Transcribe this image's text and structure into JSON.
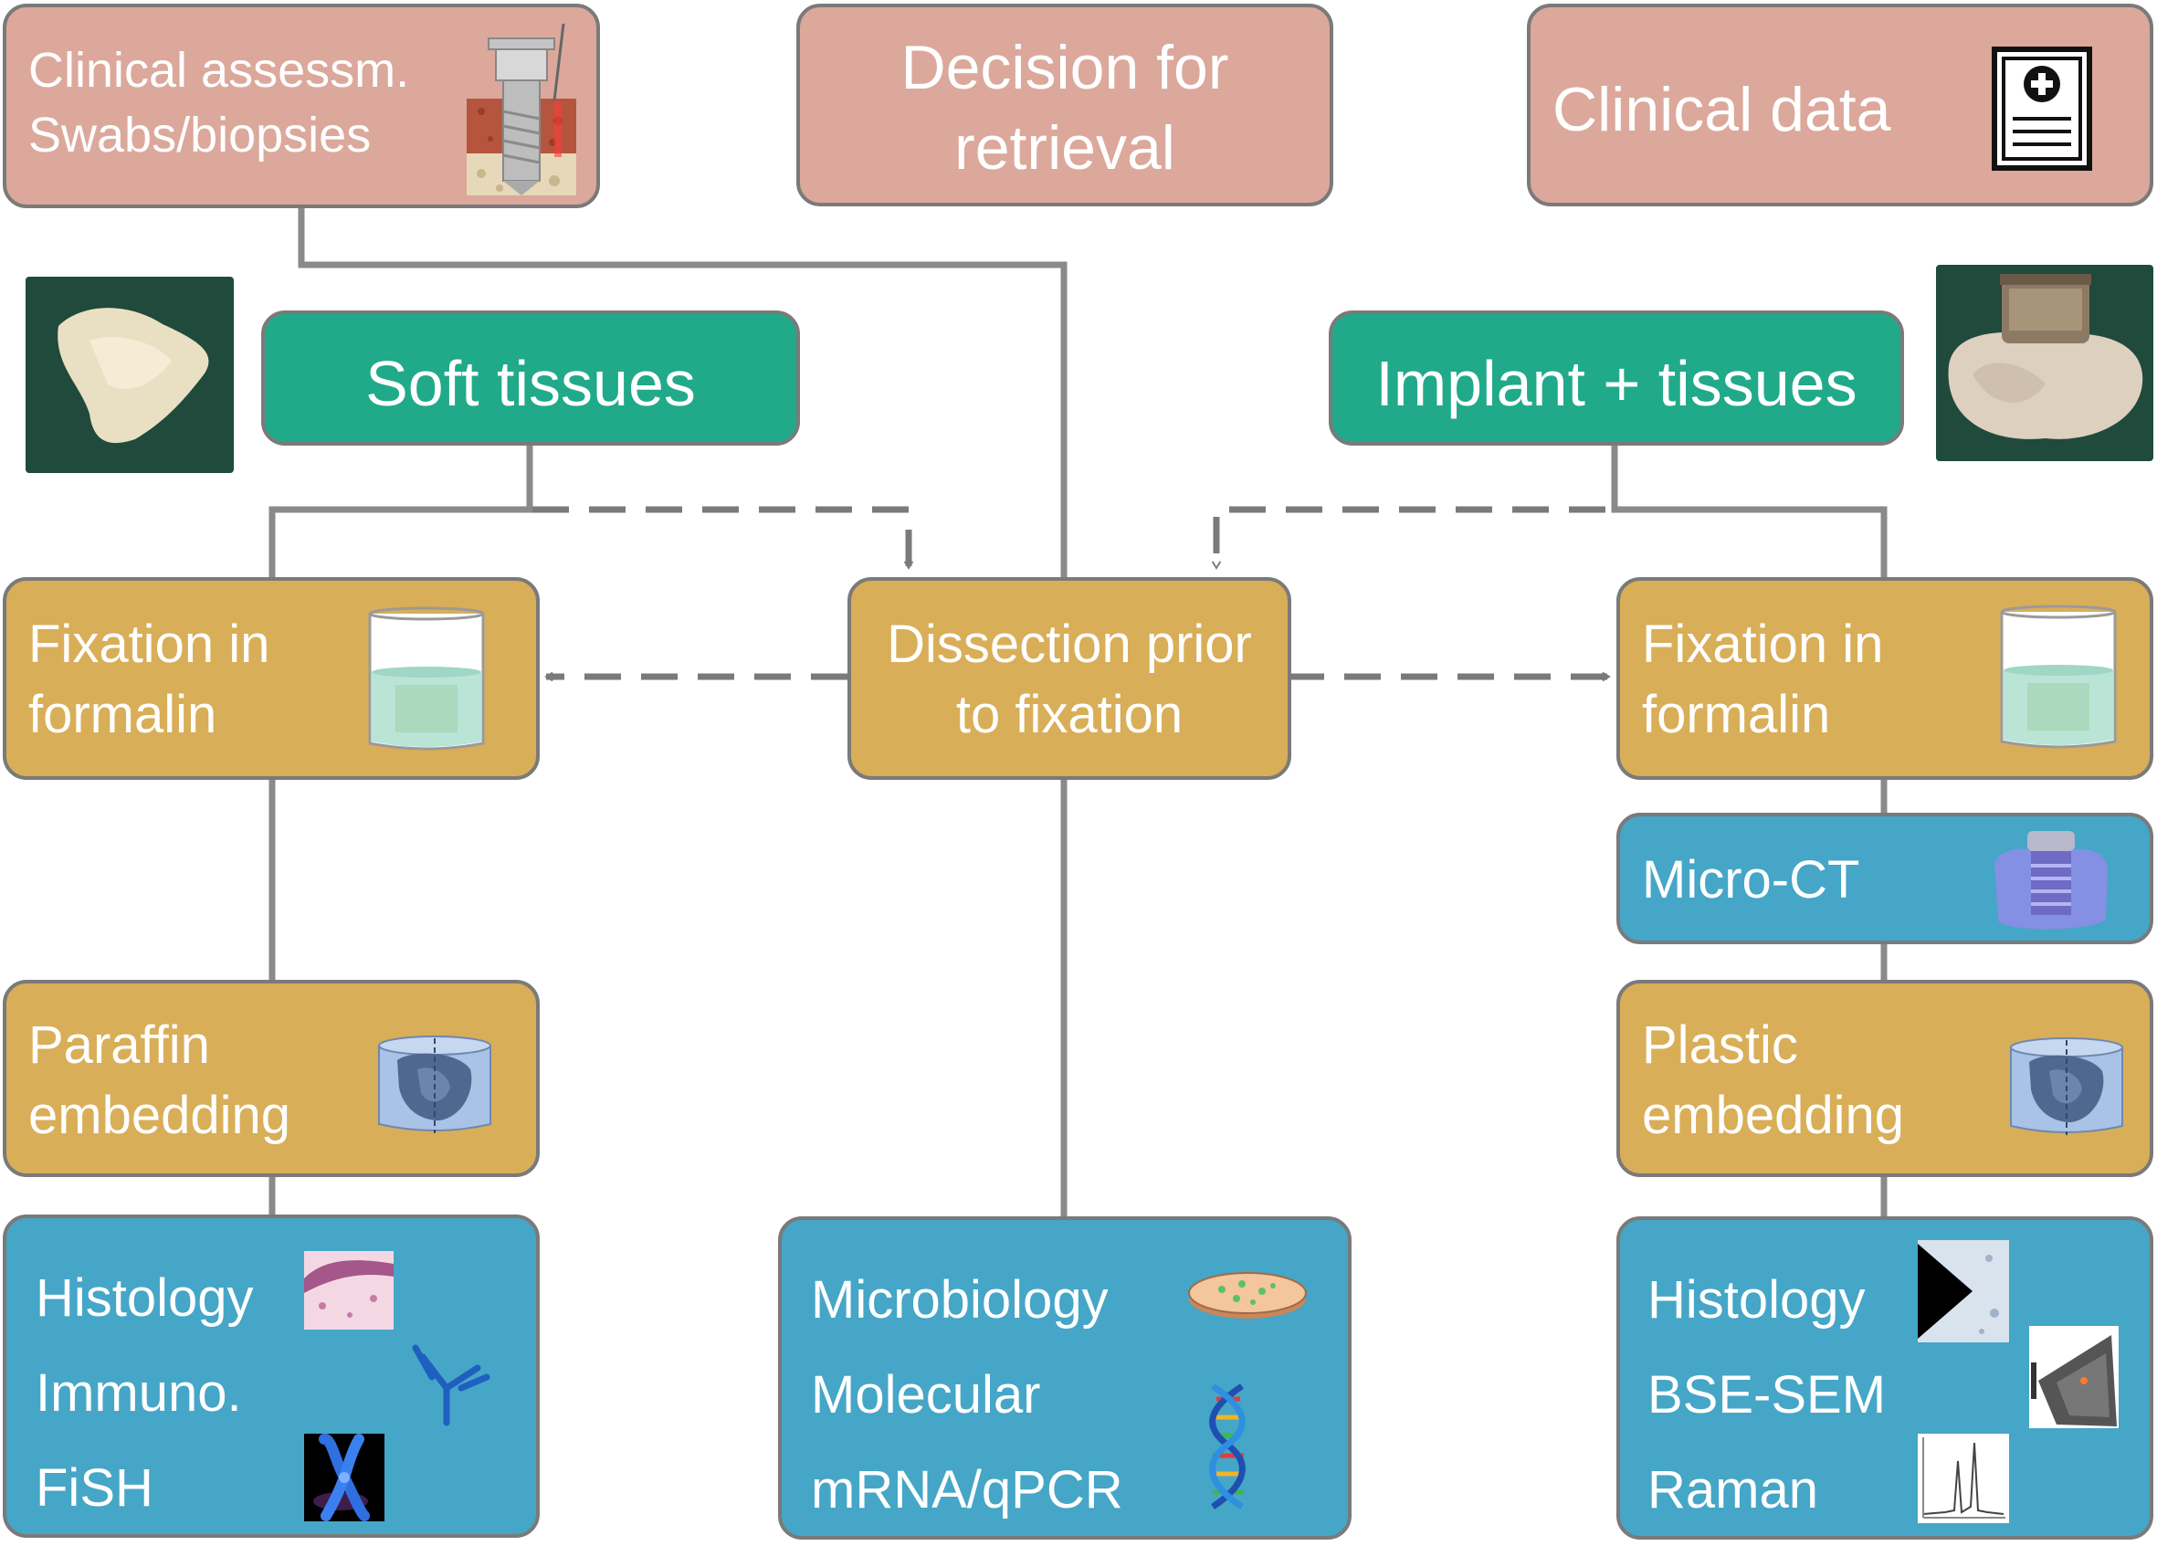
{
  "top": {
    "clinical_assessment": [
      "Clinical assessm.",
      "Swabs/biopsies"
    ],
    "decision": [
      "Decision for",
      "retrieval"
    ],
    "clinical_data": "Clinical data"
  },
  "tissues": {
    "soft": "Soft tissues",
    "implant": "Implant + tissues"
  },
  "middle": {
    "fixation_left": [
      "Fixation in",
      "formalin"
    ],
    "dissection": [
      "Dissection prior",
      "to fixation"
    ],
    "fixation_right": [
      "Fixation in",
      "formalin"
    ],
    "micro_ct": "Micro-CT",
    "paraffin": [
      "Paraffin",
      "embedding"
    ],
    "plastic": [
      "Plastic",
      "embedding"
    ]
  },
  "analysis": {
    "left": [
      "Histology",
      "Immuno.",
      "FiSH"
    ],
    "center": [
      "Microbiology",
      "Molecular",
      "mRNA/qPCR"
    ],
    "right": [
      "Histology",
      "BSE-SEM",
      "Raman"
    ]
  },
  "colors": {
    "clinical": "#dba89b",
    "tissue": "#20aa8a",
    "processing": "#d9ae58",
    "analysis": "#45a6c7",
    "connector": "#7a7a7a"
  },
  "icons": [
    "implant-in-bone-icon",
    "medical-record-icon",
    "formalin-beaker-icon",
    "embedded-block-icon",
    "micro-ct-scan-icon",
    "histology-section-icon",
    "antibody-icon",
    "chromosome-icon",
    "petri-dish-icon",
    "dna-helix-icon",
    "sem-image-icon",
    "raman-spectrum-icon"
  ]
}
